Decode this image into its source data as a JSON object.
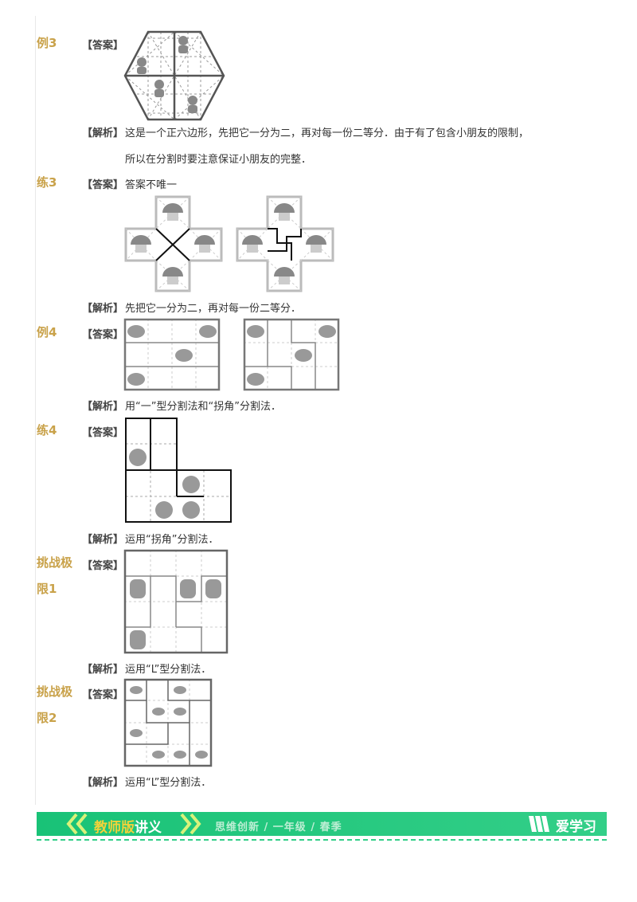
{
  "colors": {
    "label": "#c9a24a",
    "brand_green": "#19c277",
    "footer_yellow": "#f2d23a"
  },
  "sections": [
    {
      "label": "例3",
      "answer_tag": "【答案】",
      "answer_text": "",
      "analysis_tag": "【解析】",
      "analysis_lines": [
        "这是一个正六边形，先把它一分为二，再对每一份二等分．由于有了包含小朋友的限制，",
        "所以在分割时要注意保证小朋友的完整．"
      ]
    },
    {
      "label": "练3",
      "answer_tag": "【答案】",
      "answer_text": "答案不唯一",
      "analysis_tag": "【解析】",
      "analysis_lines": [
        "先把它一分为二，再对每一份二等分．"
      ]
    },
    {
      "label": "例4",
      "answer_tag": "【答案】",
      "answer_text": "",
      "analysis_tag": "【解析】",
      "analysis_lines": [
        "用“一”型分割法和“拐角”分割法．"
      ]
    },
    {
      "label": "练4",
      "answer_tag": "【答案】",
      "answer_text": "",
      "analysis_tag": "【解析】",
      "analysis_lines": [
        "运用“拐角”分割法．"
      ]
    },
    {
      "label_lines": [
        "挑战极",
        "限1"
      ],
      "answer_tag": "【答案】",
      "answer_text": "",
      "analysis_tag": "【解析】",
      "analysis_lines": [
        "运用“L”型分割法．"
      ]
    },
    {
      "label_lines": [
        "挑战极",
        "限2"
      ],
      "answer_tag": "【答案】",
      "answer_text": "",
      "analysis_tag": "【解析】",
      "analysis_lines": [
        "运用“L”型分割法．"
      ]
    }
  ],
  "footer": {
    "title_prefix": "教师版",
    "title_suffix": "讲义",
    "subtitle": "思维创新 / 一年级 / 春季",
    "logo_text": "爱学习"
  }
}
